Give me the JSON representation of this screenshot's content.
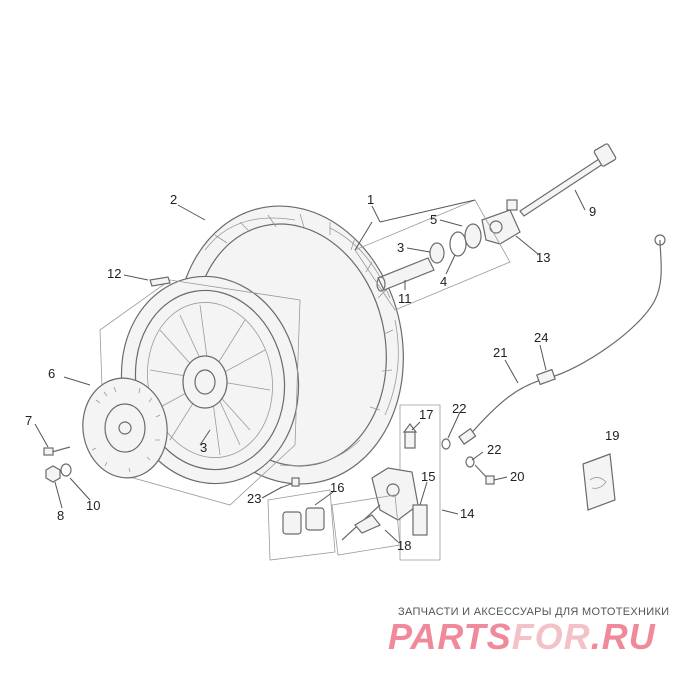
{
  "callouts": [
    {
      "id": "c1",
      "text": "1"
    },
    {
      "id": "c2",
      "text": "2"
    },
    {
      "id": "c3a",
      "text": "3"
    },
    {
      "id": "c3b",
      "text": "3"
    },
    {
      "id": "c4",
      "text": "4"
    },
    {
      "id": "c5",
      "text": "5"
    },
    {
      "id": "c6",
      "text": "6"
    },
    {
      "id": "c7",
      "text": "7"
    },
    {
      "id": "c8",
      "text": "8"
    },
    {
      "id": "c9",
      "text": "9"
    },
    {
      "id": "c10",
      "text": "10"
    },
    {
      "id": "c11",
      "text": "11"
    },
    {
      "id": "c12",
      "text": "12"
    },
    {
      "id": "c13",
      "text": "13"
    },
    {
      "id": "c14",
      "text": "14"
    },
    {
      "id": "c15",
      "text": "15"
    },
    {
      "id": "c16",
      "text": "16"
    },
    {
      "id": "c17",
      "text": "17"
    },
    {
      "id": "c18",
      "text": "18"
    },
    {
      "id": "c19",
      "text": "19"
    },
    {
      "id": "c20",
      "text": "20"
    },
    {
      "id": "c21",
      "text": "21"
    },
    {
      "id": "c22a",
      "text": "22"
    },
    {
      "id": "c22b",
      "text": "22"
    },
    {
      "id": "c23",
      "text": "23"
    },
    {
      "id": "c24",
      "text": "24"
    }
  ],
  "brand": {
    "tagline": "ЗАПЧАСТИ И АКСЕССУАРЫ ДЛЯ МОТОТЕХНИКИ",
    "logo_part1": "PARTS",
    "logo_part2": "FOR",
    "logo_part3": ".RU"
  }
}
